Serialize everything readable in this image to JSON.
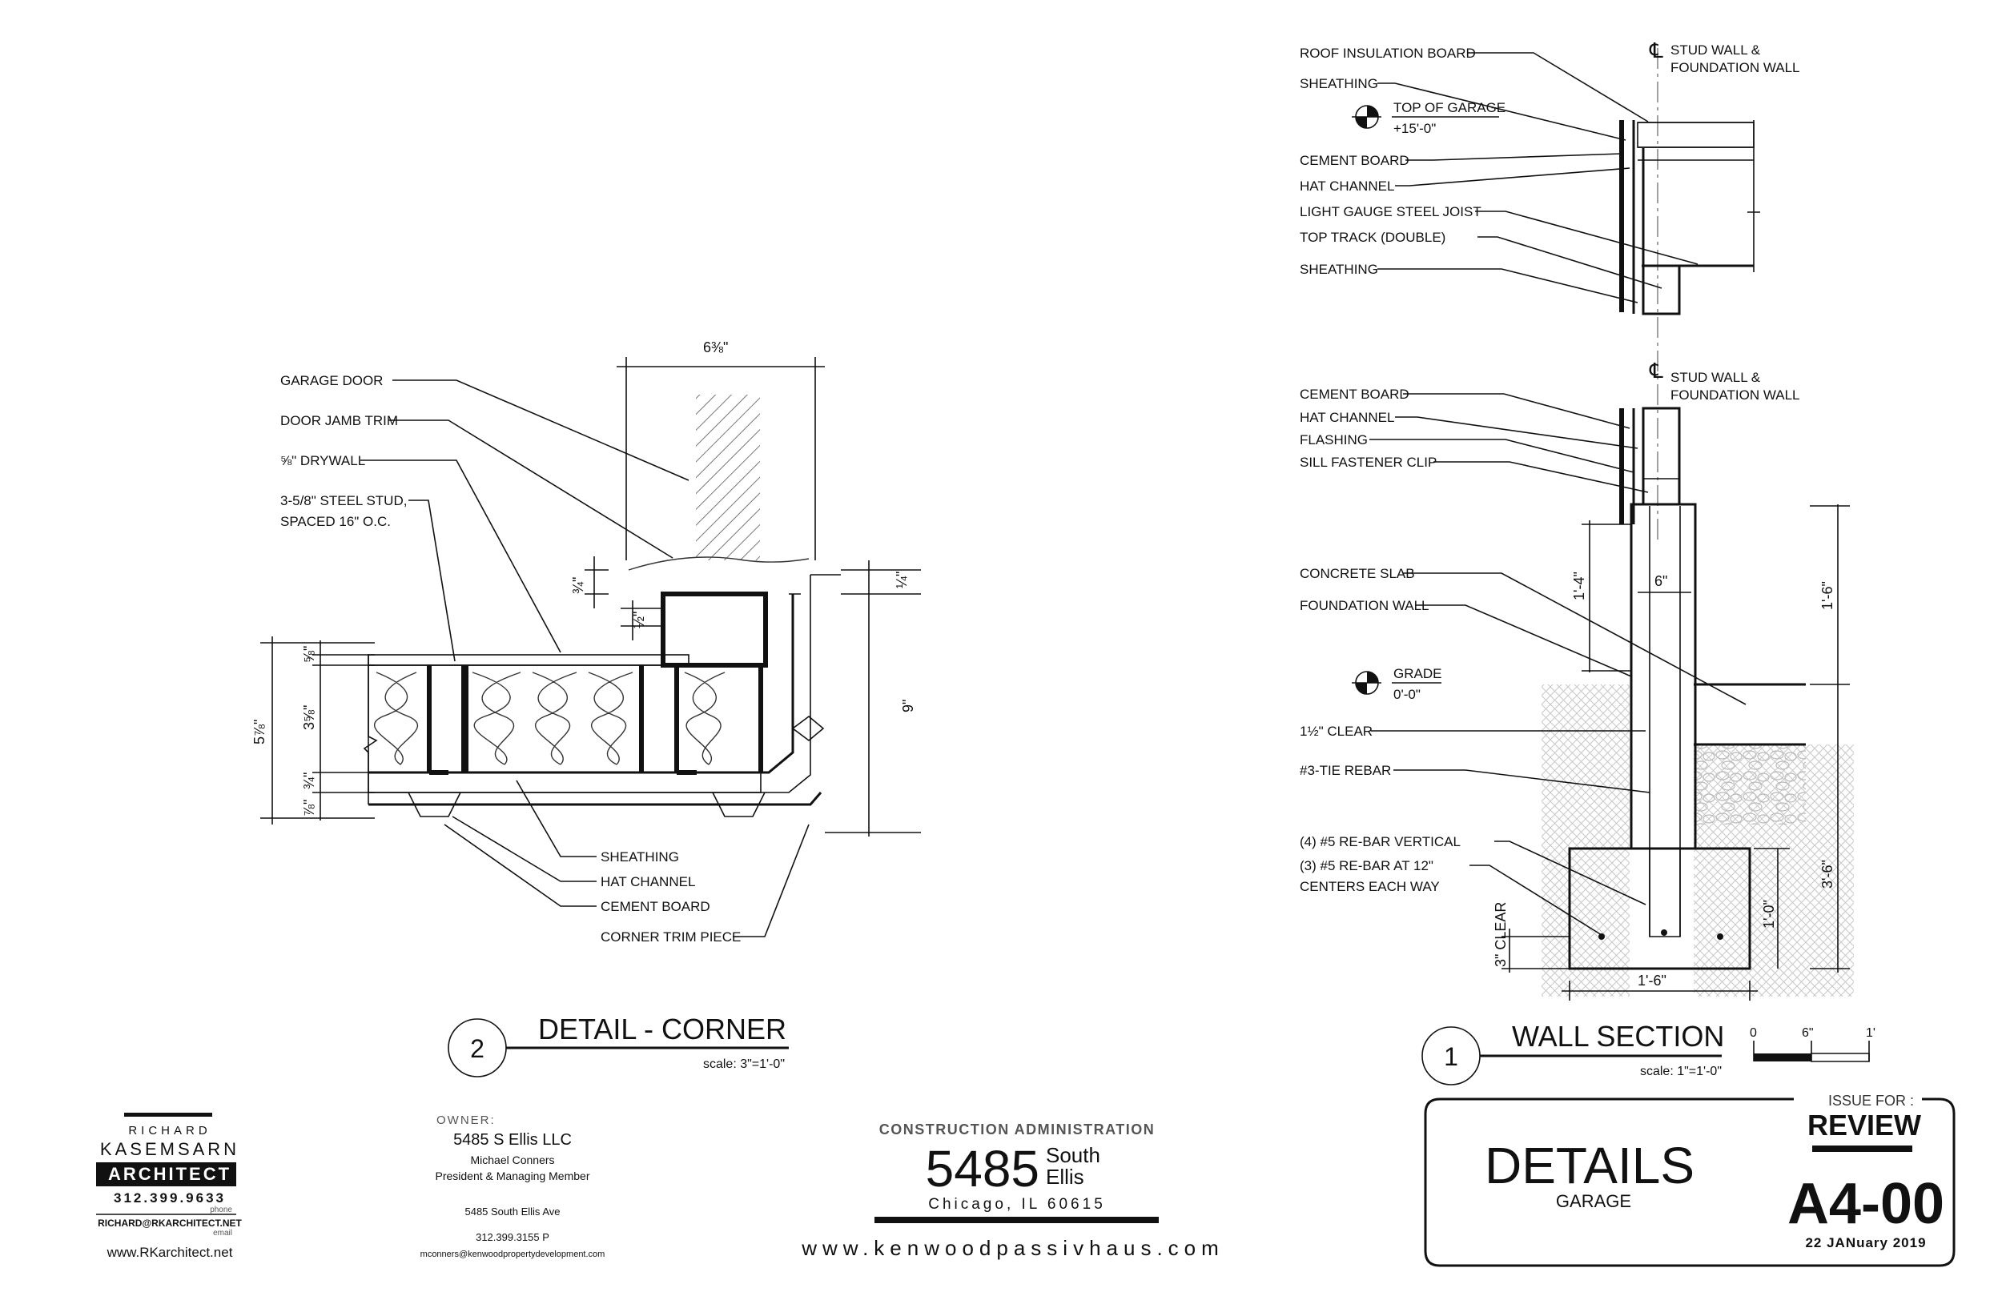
{
  "detail_corner": {
    "number": "2",
    "title": "DETAIL - CORNER",
    "scale": "scale: 3\"=1'-0\"",
    "callouts": {
      "garage_door": "GARAGE DOOR",
      "door_jamb_trim": "DOOR JAMB TRIM",
      "drywall": "⅝\" DRYWALL",
      "steel_stud_1": "3-5/8\" STEEL STUD,",
      "steel_stud_2": "SPACED 16\" O.C.",
      "sheathing": "SHEATHING",
      "hat_channel": "HAT CHANNEL",
      "cement_board": "CEMENT BOARD",
      "corner_trim": "CORNER TRIM PIECE"
    },
    "dims": {
      "top": "6⅜\"",
      "total_wall": "5⅞\"",
      "d_5_8": "⅝\"",
      "d_3_5_8": "3⅝\"",
      "d_3_4": "¾\"",
      "d_7_8": "⅞\"",
      "d_jamb_3_4": "¾\"",
      "d_jamb_1_2": "½\"",
      "d_right_1_4": "¼\"",
      "d_right_9": "9\""
    }
  },
  "wall_section": {
    "number": "1",
    "title": "WALL SECTION",
    "scale": "scale: 1\"=1'-0\"",
    "scale_bar": [
      "0",
      "6\"",
      "1'"
    ],
    "centerline_symbol": "℄",
    "centerline_label_1": "STUD WALL &",
    "centerline_label_2": "FOUNDATION WALL",
    "top_of_garage_1": "TOP OF GARAGE",
    "top_of_garage_2": "+15'-0\"",
    "grade_1": "GRADE",
    "grade_2": "0'-0\"",
    "upper_callouts": [
      "ROOF INSULATION BOARD",
      "SHEATHING",
      "CEMENT BOARD",
      "HAT CHANNEL",
      "LIGHT GAUGE STEEL JOIST",
      "TOP TRACK (DOUBLE)",
      "SHEATHING"
    ],
    "lower_callouts": [
      "CEMENT BOARD",
      "HAT CHANNEL",
      "FLASHING",
      "SILL FASTENER CLIP",
      "CONCRETE SLAB",
      "FOUNDATION WALL",
      "1½\" CLEAR",
      "#3-TIE REBAR",
      "(4) #5 RE-BAR VERTICAL",
      "(3) #5 RE-BAR AT 12\"",
      "CENTERS EACH WAY"
    ],
    "dims": {
      "d_1_4": "1'-4\"",
      "d_6": "6\"",
      "d_1_6_right": "1'-6\"",
      "d_3_6": "3'-6\"",
      "d_1_0": "1'-0\"",
      "d_clear": "3\" CLEAR",
      "d_footing": "1'-6\""
    }
  },
  "architect": {
    "first_name": "RICHARD",
    "last_name": "KASEMSARN",
    "firm": "ARCHITECT",
    "phone": "312.399.9633",
    "phone_caption": "phone",
    "email": "RICHARD@RKARCHITECT.NET",
    "email_caption": "email",
    "website": "www.RKarchitect.net"
  },
  "owner": {
    "caption": "OWNER:",
    "company": "5485 S Ellis LLC",
    "name": "Michael Conners",
    "role": "President & Managing Member",
    "address": "5485 South Ellis Ave",
    "phone": "312.399.3155 P",
    "email": "mconners@kenwoodpropertydevelopment.com"
  },
  "project": {
    "phase": "CONSTRUCTION ADMINISTRATION",
    "number": "5485",
    "street_1": "South",
    "street_2": "Ellis",
    "city": "Chicago, IL 60615",
    "website": "www.kenwoodpassivhaus.com"
  },
  "title_block": {
    "sheet_title": "DETAILS",
    "subtitle": "GARAGE",
    "issue_for": "ISSUE FOR :",
    "issue_type": "REVIEW",
    "sheet_number": "A4-00",
    "date": "22 JANuary 2019"
  }
}
